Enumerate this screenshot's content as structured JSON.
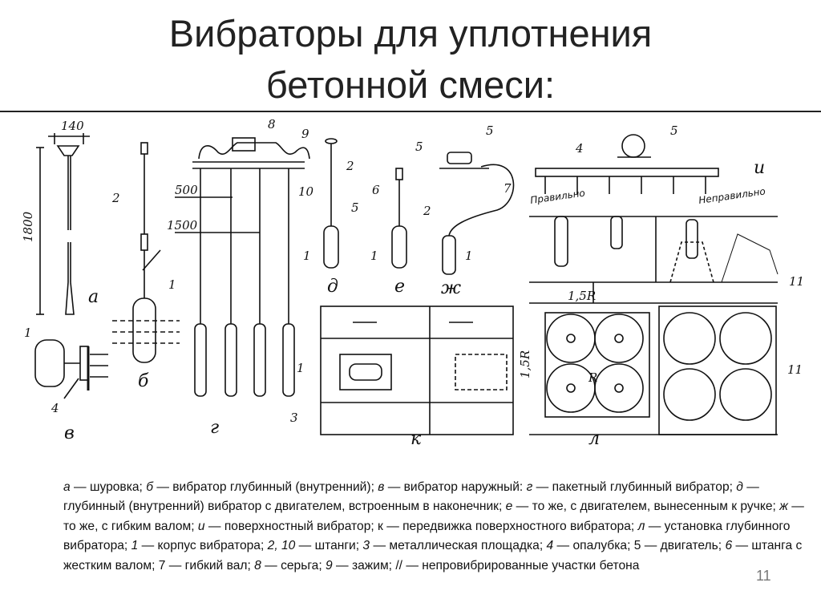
{
  "title": {
    "line1": "Вибраторы для уплотнения",
    "line2": "бетонной смеси:"
  },
  "figure": {
    "labels": {
      "a": "а",
      "b": "б",
      "v": "в",
      "g": "г",
      "d": "д",
      "e": "е",
      "zh": "ж",
      "i": "и",
      "k": "к",
      "l": "л",
      "n1": "1",
      "n2": "2",
      "n3": "3",
      "n4": "4",
      "n5": "5",
      "n6": "6",
      "n7": "7",
      "n8": "8",
      "n9": "9",
      "n10": "10",
      "n11": "11"
    },
    "dimensions": {
      "d140": "140",
      "d1800": "1800",
      "d500": "500",
      "d1500": "1500",
      "r15": "1,5R",
      "R": "R"
    },
    "notes": {
      "correct": "Правильно",
      "incorrect": "Неправильно"
    }
  },
  "caption": [
    {
      "t": "а",
      "i": true
    },
    {
      "t": " — шуровка; ",
      "i": false
    },
    {
      "t": "б",
      "i": true
    },
    {
      "t": " — вибратор глубинный (внутренний); ",
      "i": false
    },
    {
      "t": "в",
      "i": true
    },
    {
      "t": " — вибратор наружный: ",
      "i": false
    },
    {
      "t": "г",
      "i": true
    },
    {
      "t": " — пакетный глубинный вибратор; ",
      "i": false
    },
    {
      "t": "д",
      "i": true
    },
    {
      "t": " — глубинный (внутренний) вибратор с двигателем, встроенным в наконечник; ",
      "i": false
    },
    {
      "t": "е",
      "i": true
    },
    {
      "t": " — то же, с двигателем, вынесенным к ручке; ",
      "i": false
    },
    {
      "t": "ж",
      "i": true
    },
    {
      "t": " — то же, с гибким валом; ",
      "i": false
    },
    {
      "t": "и",
      "i": true
    },
    {
      "t": " — поверхностный вибратор; к — передвижка поверхностного вибратора; ",
      "i": false
    },
    {
      "t": "л",
      "i": true
    },
    {
      "t": " — установка глубинного вибратора; ",
      "i": false
    },
    {
      "t": "1",
      "i": true
    },
    {
      "t": " — корпус вибратора; ",
      "i": false
    },
    {
      "t": "2, 10",
      "i": true
    },
    {
      "t": " — штанги; ",
      "i": false
    },
    {
      "t": "3",
      "i": true
    },
    {
      "t": " — металлическая площадка; ",
      "i": false
    },
    {
      "t": "4",
      "i": true
    },
    {
      "t": " — опалубка; 5 — двигатель; ",
      "i": false
    },
    {
      "t": "6",
      "i": true
    },
    {
      "t": " — штанга с жестким валом; 7 — гибкий вал; ",
      "i": false
    },
    {
      "t": "8",
      "i": true
    },
    {
      "t": " — серьга; ",
      "i": false
    },
    {
      "t": "9",
      "i": true
    },
    {
      "t": " — зажим; // — непровибрированные участки бетона",
      "i": false
    }
  ],
  "page_number": "11"
}
